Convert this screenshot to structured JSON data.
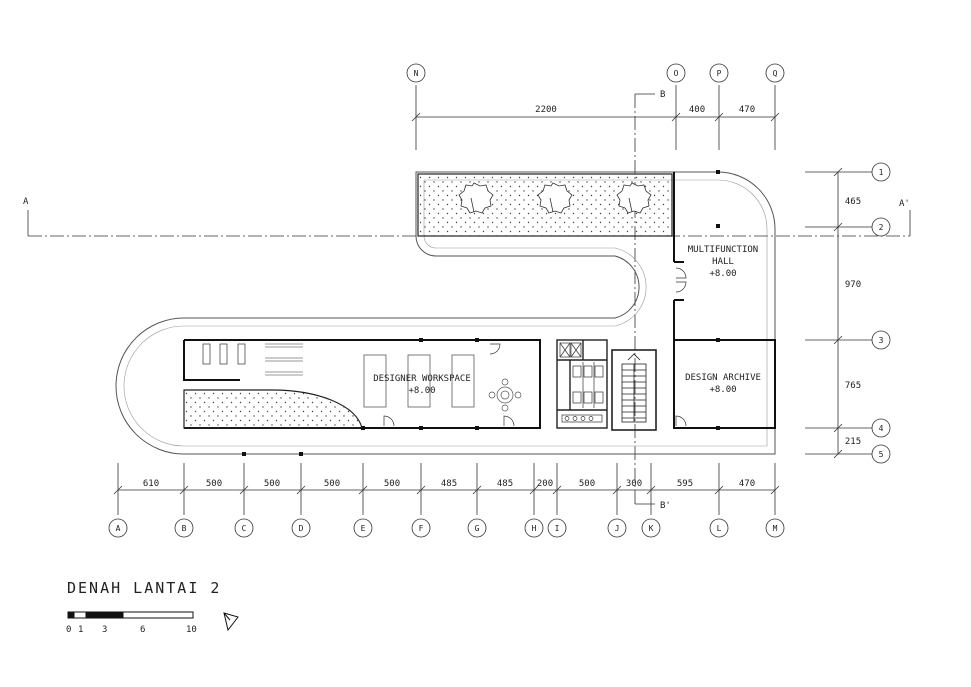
{
  "title": "DENAH LANTAI 2",
  "scale_bar": {
    "ticks": [
      "0",
      "1",
      "3",
      "6",
      "10"
    ]
  },
  "grid": {
    "top_labels": [
      "N",
      "O",
      "P",
      "Q"
    ],
    "top_dims": [
      "2200",
      "400",
      "470"
    ],
    "bottom_labels": [
      "A",
      "B",
      "C",
      "D",
      "E",
      "F",
      "G",
      "H",
      "I",
      "J",
      "K",
      "L",
      "M"
    ],
    "bottom_dims": [
      "610",
      "500",
      "500",
      "500",
      "500",
      "485",
      "485",
      "200",
      "500",
      "300",
      "595",
      "470"
    ],
    "right_labels": [
      "1",
      "2",
      "3",
      "4",
      "5"
    ],
    "right_dims": [
      "465",
      "970",
      "765",
      "215"
    ]
  },
  "sections": {
    "a_left": "A",
    "a_right": "A'",
    "b_top": "B",
    "b_bottom": "B'"
  },
  "rooms": {
    "multifunction": {
      "line1": "MULTIFUNCTION",
      "line2": "HALL",
      "level": "+8.00"
    },
    "workspace": {
      "line1": "DESIGNER WORKSPACE",
      "level": "+8.00"
    },
    "archive": {
      "line1": "DESIGN ARCHIVE",
      "level": "+8.00"
    }
  }
}
